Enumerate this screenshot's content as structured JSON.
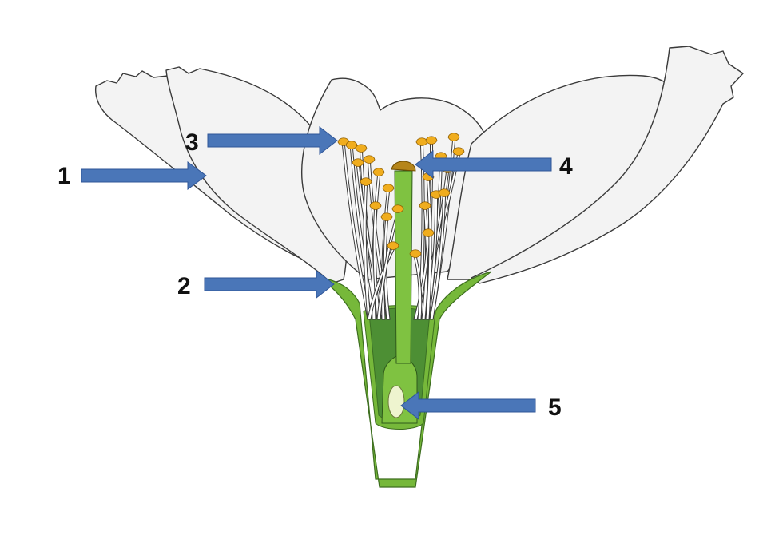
{
  "colors": {
    "arrow": "#4a76b8",
    "arrow_stroke": "#2f5597",
    "receptacle": "#76b83a",
    "ovary_inner": "#4d8f34",
    "style": "#7fc241",
    "stigma": "#b5851a",
    "ovule": "#eef4cf",
    "anther": "#f0ad1e",
    "petal": "#f3f3f3"
  },
  "labels": [
    {
      "id": "1",
      "text": "1"
    },
    {
      "id": "2",
      "text": "2"
    },
    {
      "id": "3",
      "text": "3"
    },
    {
      "id": "4",
      "text": "4"
    },
    {
      "id": "5",
      "text": "5"
    }
  ]
}
